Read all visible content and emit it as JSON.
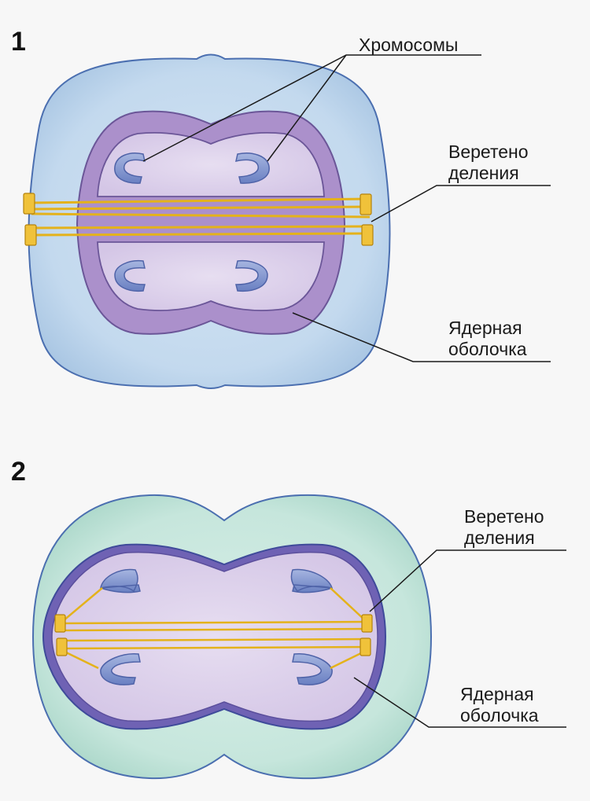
{
  "panel1": {
    "number": "1",
    "labels": {
      "chromosomes": "Хромосомы",
      "spindle": "Веретено\nделения",
      "envelope": "Ядерная\nоболочка"
    }
  },
  "panel2": {
    "number": "2",
    "labels": {
      "spindle": "Веретено\nделения",
      "envelope": "Ядерная\nоболочка"
    }
  },
  "colors": {
    "cell1_fill": "#b9d3ea",
    "cell1_stroke": "#3f66a8",
    "cell2_fill": "#bfe2d8",
    "cell2_stroke": "#3f66a8",
    "nuclear_envelope": "#a88cc8",
    "nucleoplasm": "#d8cce8",
    "chromosome": "#7f95cf",
    "spindle": "#e6b21c"
  }
}
